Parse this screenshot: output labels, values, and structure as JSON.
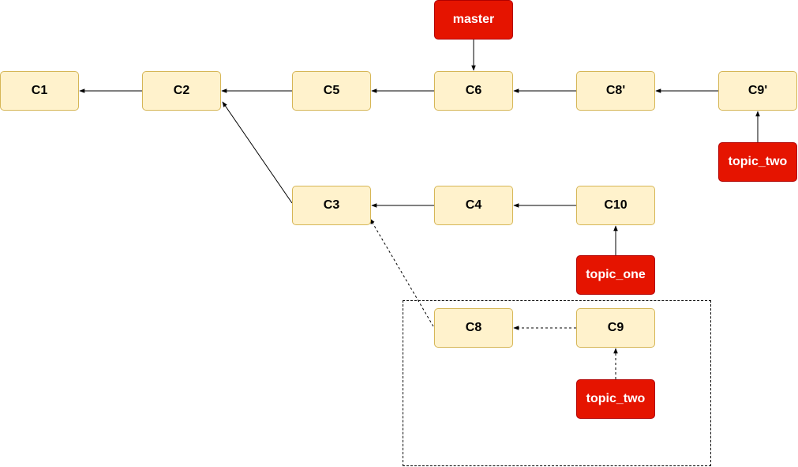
{
  "diagram": {
    "commits": {
      "c1": "C1",
      "c2": "C2",
      "c5": "C5",
      "c6": "C6",
      "c8p": "C8'",
      "c9p": "C9'",
      "c3": "C3",
      "c4": "C4",
      "c10": "C10",
      "c8": "C8",
      "c9": "C9"
    },
    "branches": {
      "master": "master",
      "topic_two_new": "topic_two",
      "topic_one": "topic_one",
      "topic_two_old": "topic_two"
    },
    "colors": {
      "commit_fill": "#fff2cc",
      "commit_border": "#d6b656",
      "branch_fill": "#e51400",
      "branch_border": "#b20000"
    }
  }
}
